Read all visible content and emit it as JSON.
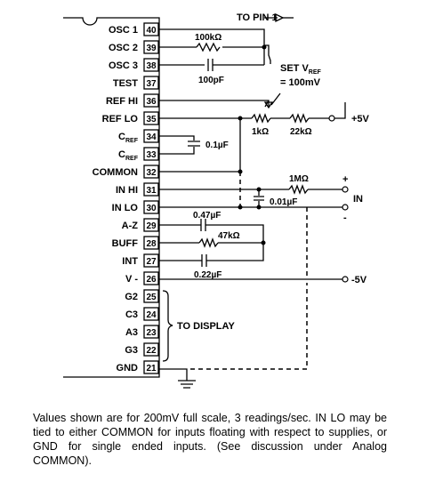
{
  "pins": [
    {
      "name": "OSC 1",
      "num": "40"
    },
    {
      "name": "OSC 2",
      "num": "39"
    },
    {
      "name": "OSC 3",
      "num": "38"
    },
    {
      "name": "TEST",
      "num": "37"
    },
    {
      "name": "REF HI",
      "num": "36"
    },
    {
      "name": "REF LO",
      "num": "35"
    },
    {
      "name": "C",
      "sub": "REF",
      "num": "34"
    },
    {
      "name": "C",
      "sub": "REF",
      "num": "33"
    },
    {
      "name": "COMMON",
      "num": "32"
    },
    {
      "name": "IN HI",
      "num": "31"
    },
    {
      "name": "IN LO",
      "num": "30"
    },
    {
      "name": "A-Z",
      "num": "29"
    },
    {
      "name": "BUFF",
      "num": "28"
    },
    {
      "name": "INT",
      "num": "27"
    },
    {
      "name": "V -",
      "num": "26"
    },
    {
      "name": "G2",
      "num": "25"
    },
    {
      "name": "C3",
      "num": "24"
    },
    {
      "name": "A3",
      "num": "23"
    },
    {
      "name": "G3",
      "num": "22"
    },
    {
      "name": "GND",
      "num": "21"
    }
  ],
  "labels": {
    "to_pin1": "TO PIN 1",
    "set_vref_a": "SET V",
    "set_vref_sub": "REF",
    "set_vref_b": "= 100mV",
    "plus5v": "+5V",
    "minus5v": "-5V",
    "in": "IN",
    "plus": "+",
    "minus": "-",
    "to_display": "TO DISPLAY"
  },
  "components": {
    "r_osc": "100kΩ",
    "c_osc": "100pF",
    "pot": "1kΩ",
    "r_ref": "22kΩ",
    "c_ref": "0.1µF",
    "r_in": "1MΩ",
    "c_in": "0.01µF",
    "c_az": "0.47µF",
    "r_int": "47kΩ",
    "c_int": "0.22µF"
  },
  "caption": "Values shown are for 200mV full scale, 3 readings/sec. IN LO may be tied to either COMMON for inputs floating with respect to supplies, or GND for single ended inputs. (See discussion under Analog COMMON)."
}
